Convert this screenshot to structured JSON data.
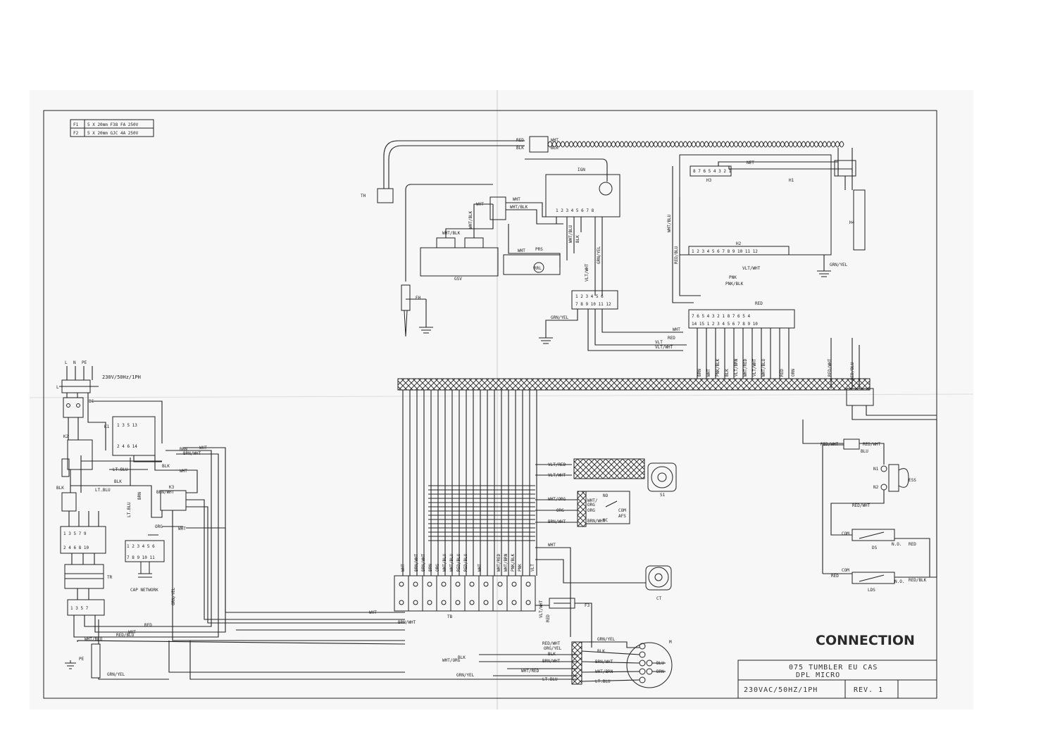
{
  "fuse_table": {
    "row1": {
      "id": "F1",
      "spec": "5 X 20mm F38 FA 250V"
    },
    "row2": {
      "id": "F2",
      "spec": "5 X 20mm GJC 4A 250V"
    }
  },
  "supply": {
    "label": "230V/50Hz/1PH",
    "terminals": [
      "L",
      "N",
      "PE"
    ]
  },
  "components": {
    "thermistor": "TH",
    "gas_valve": "GSV",
    "ignition": "IGN",
    "probe": "EH",
    "pressure_switch": "PRS",
    "relay": "RRL",
    "controller_h3": "H3",
    "controller_h1": "H1",
    "controller_h2": "H2",
    "controller_h4": "H4",
    "network_label": "NET",
    "k1": "K1",
    "k2": "K2",
    "k3": "K3",
    "cap_network": "CAP NETWORK",
    "transformer": "TR",
    "terminal_block": "TB",
    "fuse_f3": "F3",
    "motor_m": "M",
    "s1": "S1",
    "afs": "AFS",
    "ct": "CT",
    "ess": "ESS",
    "ds": "DS",
    "lds": "LDS",
    "bc": "BC",
    "pe": "PE"
  },
  "wire_labels": [
    "WHT",
    "BLK",
    "RED",
    "BRN",
    "ORG",
    "GRN/YEL",
    "WHT/BLU",
    "WHT/BLK",
    "WHT/RED",
    "BRN/WHT",
    "RED/WHT",
    "RED/BLU",
    "RED/BLK",
    "PNK",
    "PNK/BLK",
    "VLT",
    "VLT/WHT",
    "VLT/RED",
    "VLT/BRN",
    "WHT/ORG",
    "LT.BLU",
    "BLU",
    "ORG/YEL",
    "WHT/BRN"
  ],
  "switch_labels": {
    "no": "NO",
    "nc": "NC",
    "com": "COM"
  },
  "title_block": {
    "heading": "CONNECTION",
    "line1": "075 TUMBLER EU CAS",
    "line2": "DPL MICRO",
    "voltage": "230VAC/50HZ/1PH",
    "revision": "REV. 1"
  }
}
